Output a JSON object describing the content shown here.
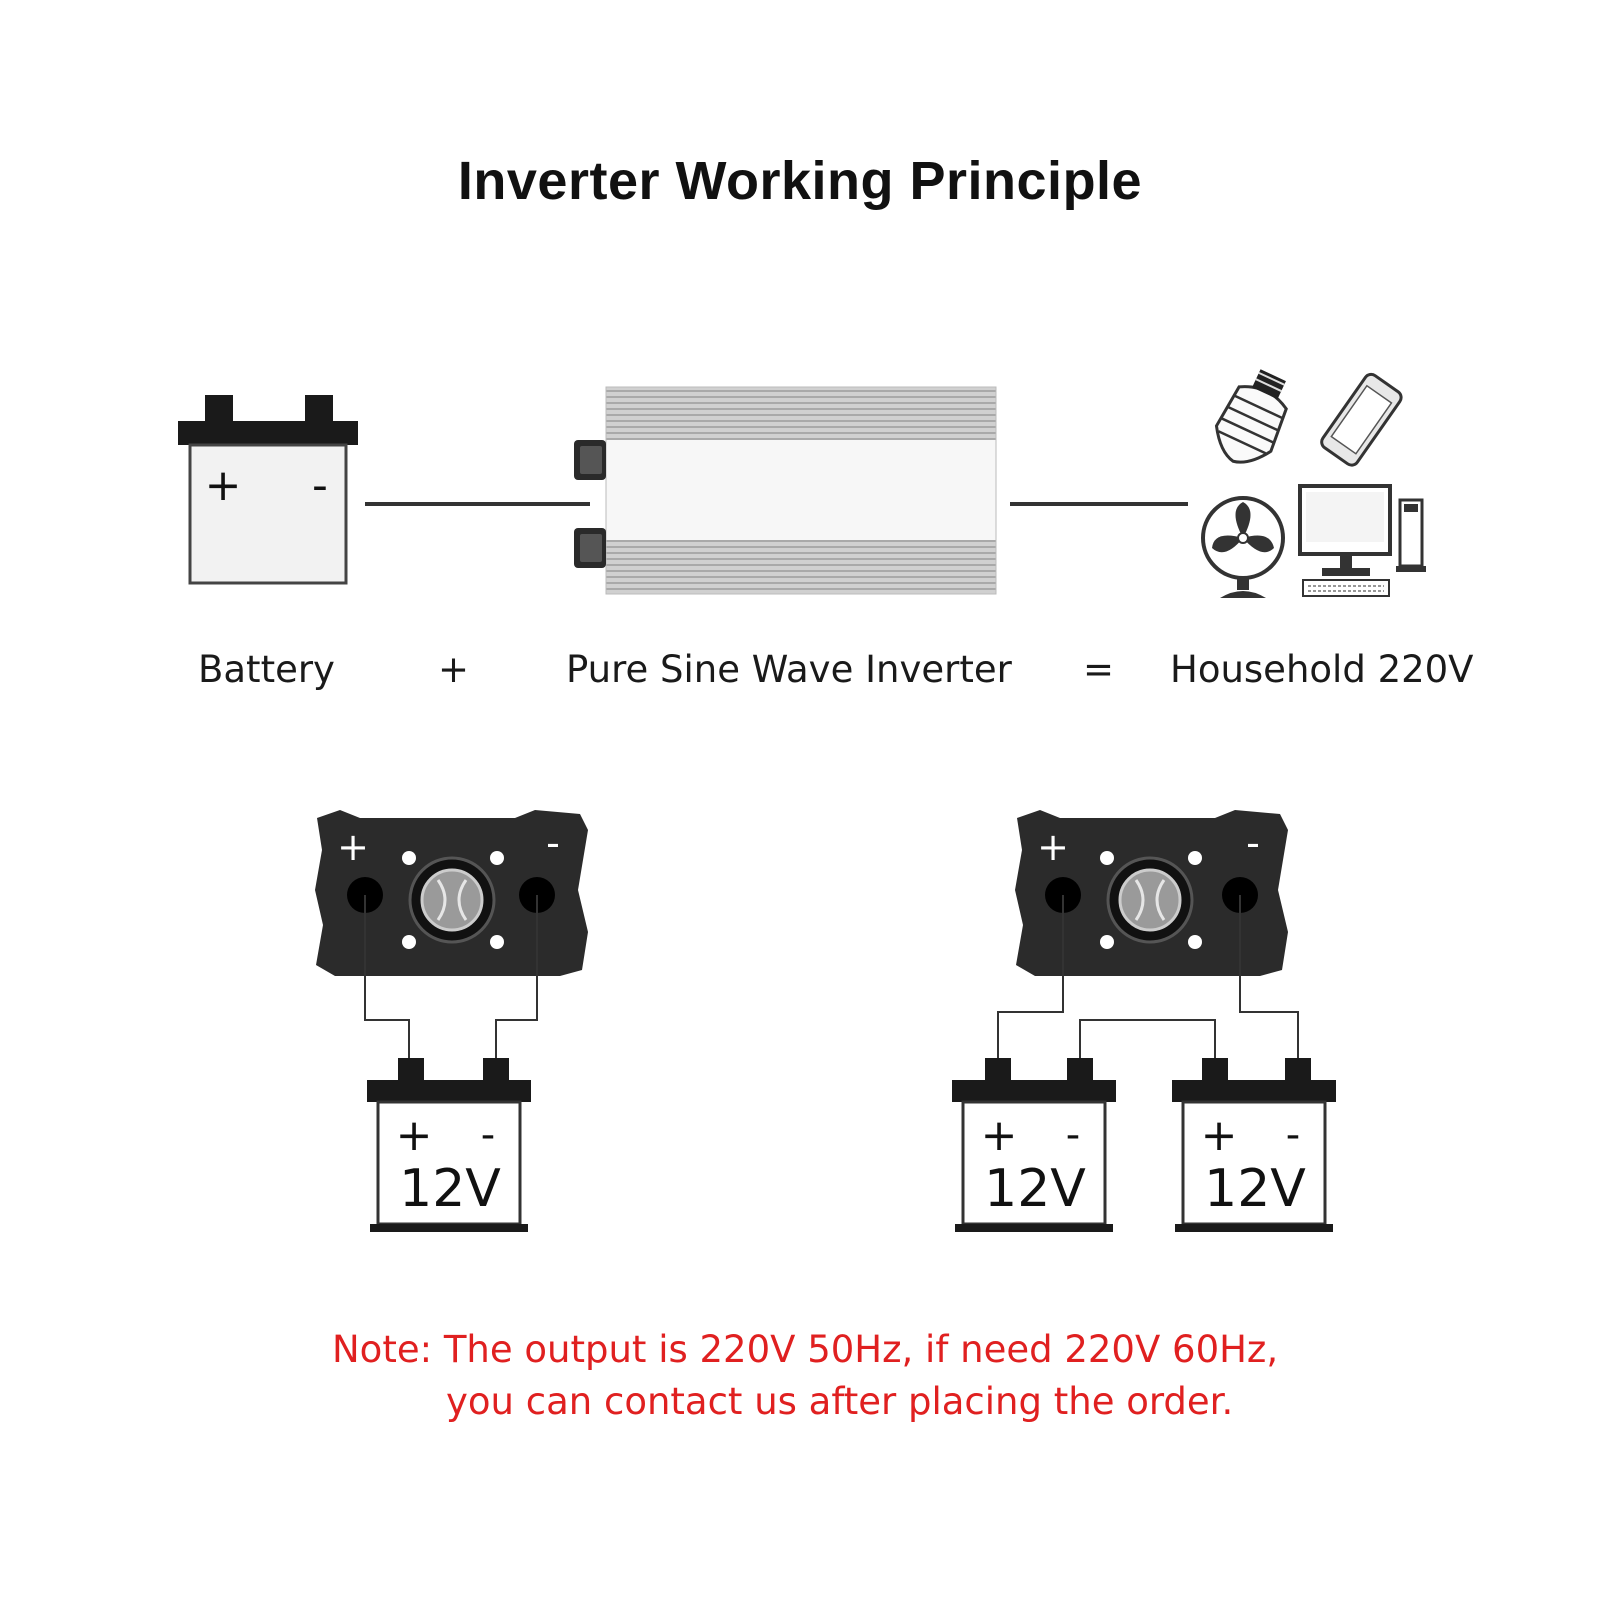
{
  "title": "Inverter Working Principle",
  "equation": {
    "battery_label": "Battery",
    "plus": "+",
    "inverter_label": "Pure Sine Wave Inverter",
    "equals": "=",
    "household_label": "Household 220V"
  },
  "battery_icon": {
    "plus": "+",
    "minus": "-"
  },
  "wiring": {
    "inverter_plus": "+",
    "inverter_minus": "-",
    "battery_plus": "+",
    "battery_minus": "-",
    "battery_voltage": "12V"
  },
  "note": {
    "line1": "Note: The output is 220V 50Hz, if need 220V 60Hz,",
    "line2": "you can contact us after placing the order."
  },
  "colors": {
    "note": "#e02020",
    "dark": "#111111",
    "panel": "#2b2b2b"
  },
  "icons": [
    "battery-icon",
    "inverter-icon",
    "bulb-icon",
    "phone-icon",
    "fan-icon",
    "computer-icon"
  ]
}
